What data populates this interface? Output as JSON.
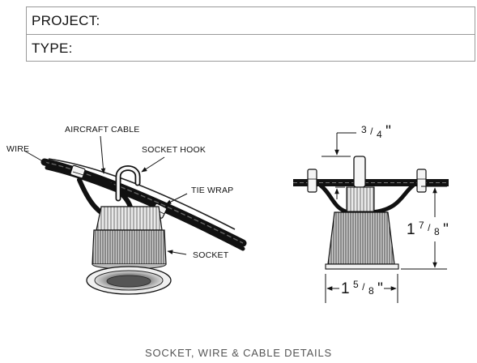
{
  "title_block": {
    "project_label": "PROJECT:",
    "project_value": "",
    "type_label": "TYPE:",
    "type_value": ""
  },
  "left_view": {
    "labels": {
      "wire": "WIRE",
      "aircraft_cable": "AIRCRAFT CABLE",
      "socket_hook": "SOCKET HOOK",
      "tie_wrap": "TIE WRAP",
      "socket": "SOCKET"
    }
  },
  "right_view": {
    "dimensions": {
      "top_gap": {
        "whole": "",
        "num": "3",
        "den": "4",
        "unit": "\""
      },
      "height": {
        "whole": "1",
        "num": "7",
        "den": "8",
        "unit": "\""
      },
      "width": {
        "whole": "1",
        "num": "5",
        "den": "8",
        "unit": "\""
      }
    }
  },
  "caption": "SOCKET, WIRE & CABLE DETAILS"
}
